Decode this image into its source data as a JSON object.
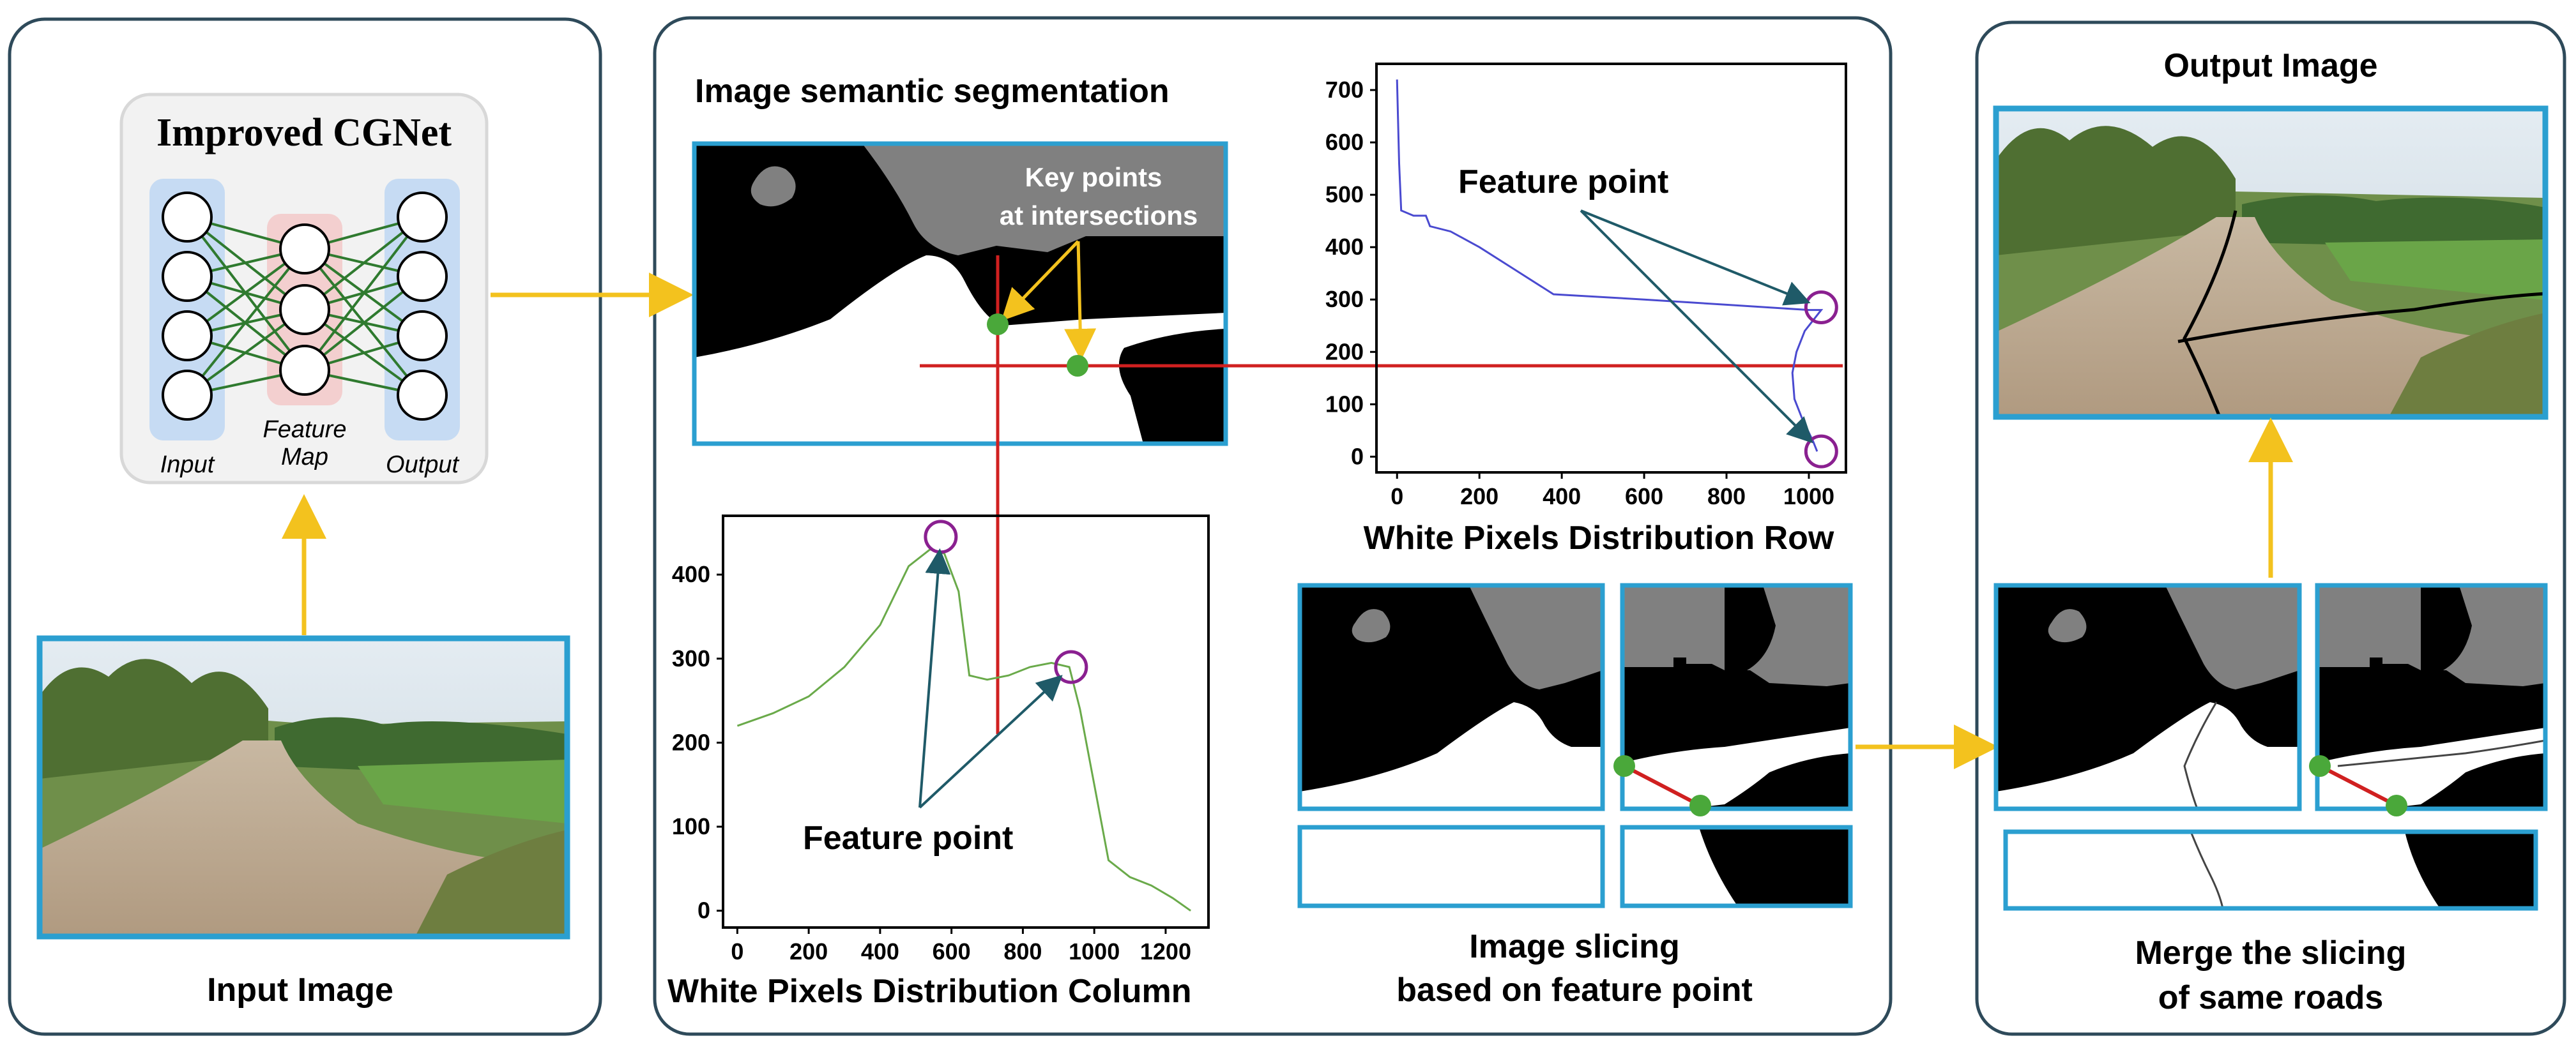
{
  "panels": {
    "input": {
      "cgnet_title": "Improved CGNet",
      "layer_labels": [
        "Input",
        "Feature",
        "Map",
        "Output"
      ],
      "caption": "Input Image"
    },
    "middle": {
      "segmentation_title": "Image semantic segmentation",
      "key_points_label": [
        "Key points",
        "at intersections"
      ],
      "row_chart_caption": "White Pixels Distribution Row",
      "column_chart_caption": "White Pixels Distribution Column",
      "slicing_caption": [
        "Image slicing",
        "based on feature point"
      ]
    },
    "output": {
      "title": "Output Image",
      "merge_caption": [
        "Merge the slicing",
        "of same roads"
      ]
    }
  },
  "chart_data": [
    {
      "type": "line",
      "orientation": "row-distribution (y vs x)",
      "x_ticks": [
        0,
        200,
        400,
        600,
        800,
        1000
      ],
      "y_ticks": [
        0,
        100,
        200,
        300,
        400,
        500,
        600,
        700
      ],
      "xlim": [
        -50,
        1090
      ],
      "ylim": [
        -30,
        750
      ],
      "annotation": "Feature point",
      "series": [
        {
          "color": "#4a4ad0",
          "points": [
            [
              0,
              720
            ],
            [
              5,
              560
            ],
            [
              10,
              470
            ],
            [
              40,
              460
            ],
            [
              70,
              460
            ],
            [
              80,
              440
            ],
            [
              130,
              430
            ],
            [
              200,
              400
            ],
            [
              280,
              360
            ],
            [
              380,
              310
            ],
            [
              600,
              300
            ],
            [
              800,
              290
            ],
            [
              900,
              285
            ],
            [
              1000,
              280
            ],
            [
              1030,
              280
            ],
            [
              1010,
              260
            ],
            [
              990,
              240
            ],
            [
              970,
              200
            ],
            [
              960,
              160
            ],
            [
              965,
              110
            ],
            [
              985,
              70
            ],
            [
              1010,
              30
            ],
            [
              1020,
              10
            ]
          ]
        }
      ],
      "feature_points": [
        [
          1030,
          285
        ],
        [
          1030,
          10
        ]
      ]
    },
    {
      "type": "line",
      "orientation": "column-distribution",
      "x_ticks": [
        0,
        200,
        400,
        600,
        800,
        1000,
        1200
      ],
      "y_ticks": [
        0,
        100,
        200,
        300,
        400
      ],
      "xlim": [
        -40,
        1320
      ],
      "ylim": [
        -20,
        470
      ],
      "annotation": "Feature point",
      "series": [
        {
          "color": "#6aaa4a",
          "points": [
            [
              0,
              220
            ],
            [
              100,
              235
            ],
            [
              200,
              255
            ],
            [
              300,
              290
            ],
            [
              400,
              340
            ],
            [
              480,
              410
            ],
            [
              540,
              430
            ],
            [
              580,
              425
            ],
            [
              620,
              380
            ],
            [
              650,
              280
            ],
            [
              700,
              275
            ],
            [
              760,
              280
            ],
            [
              820,
              290
            ],
            [
              880,
              295
            ],
            [
              930,
              290
            ],
            [
              960,
              240
            ],
            [
              1000,
              150
            ],
            [
              1040,
              60
            ],
            [
              1100,
              40
            ],
            [
              1160,
              30
            ],
            [
              1220,
              15
            ],
            [
              1270,
              0
            ]
          ]
        }
      ],
      "feature_points": [
        [
          570,
          445
        ],
        [
          935,
          290
        ]
      ]
    }
  ],
  "colors": {
    "panel_border": "#2e4a5a",
    "image_frame": "#2b9fd0",
    "arrow": "#f3c21e",
    "guide_line": "#d02020",
    "key_point": "#4aa83a",
    "feature_circle": "#8a2090",
    "annotation_arrow": "#1f5a68",
    "nn_input_bg": "#c6dbf3",
    "nn_feature_bg": "#f3cfcf",
    "nn_edges": "#2f7a2f"
  }
}
